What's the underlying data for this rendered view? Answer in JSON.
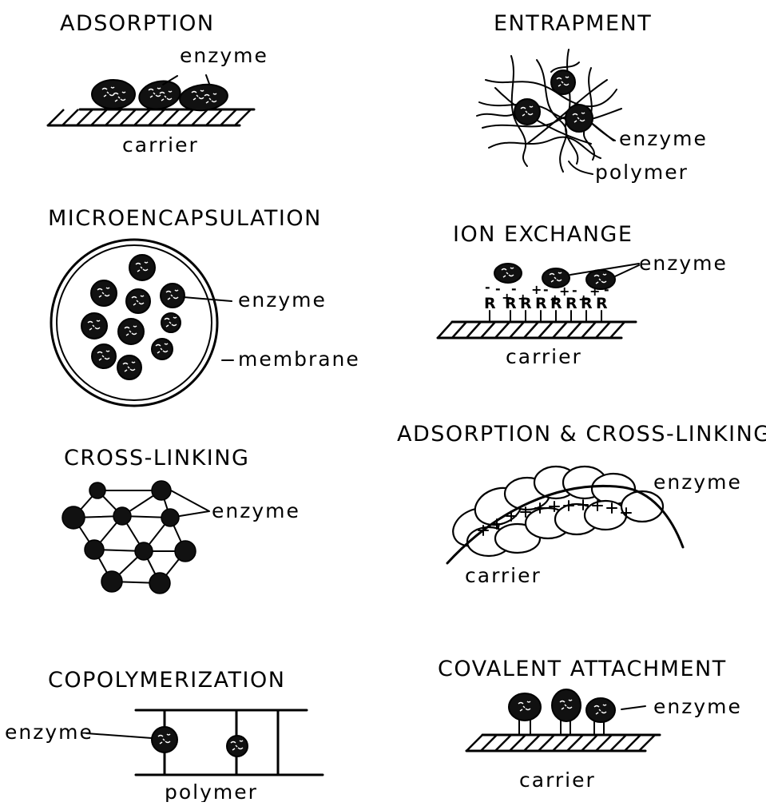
{
  "panels": {
    "adsorption": {
      "title": "ADSORPTION",
      "enzyme": "enzyme",
      "carrier": "carrier"
    },
    "entrapment": {
      "title": "ENTRAPMENT",
      "enzyme": "enzyme",
      "polymer": "polymer"
    },
    "microencapsulation": {
      "title": "MICROENCAPSULATION",
      "enzyme": "enzyme",
      "membrane": "membrane"
    },
    "ion_exchange": {
      "title": "ION EXCHANGE",
      "enzyme": "enzyme",
      "carrier": "carrier",
      "group": "R",
      "plus": "+",
      "minus": "-"
    },
    "cross_linking": {
      "title": "CROSS-LINKING",
      "enzyme": "enzyme"
    },
    "adsorption_cross_linking": {
      "title": "ADSORPTION & CROSS-LINKING",
      "enzyme": "enzyme",
      "carrier": "carrier"
    },
    "copolymerization": {
      "title": "COPOLYMERIZATION",
      "enzyme": "enzyme",
      "polymer": "polymer"
    },
    "covalent_attachment": {
      "title": "COVALENT ATTACHMENT",
      "enzyme": "enzyme",
      "carrier": "carrier"
    }
  }
}
